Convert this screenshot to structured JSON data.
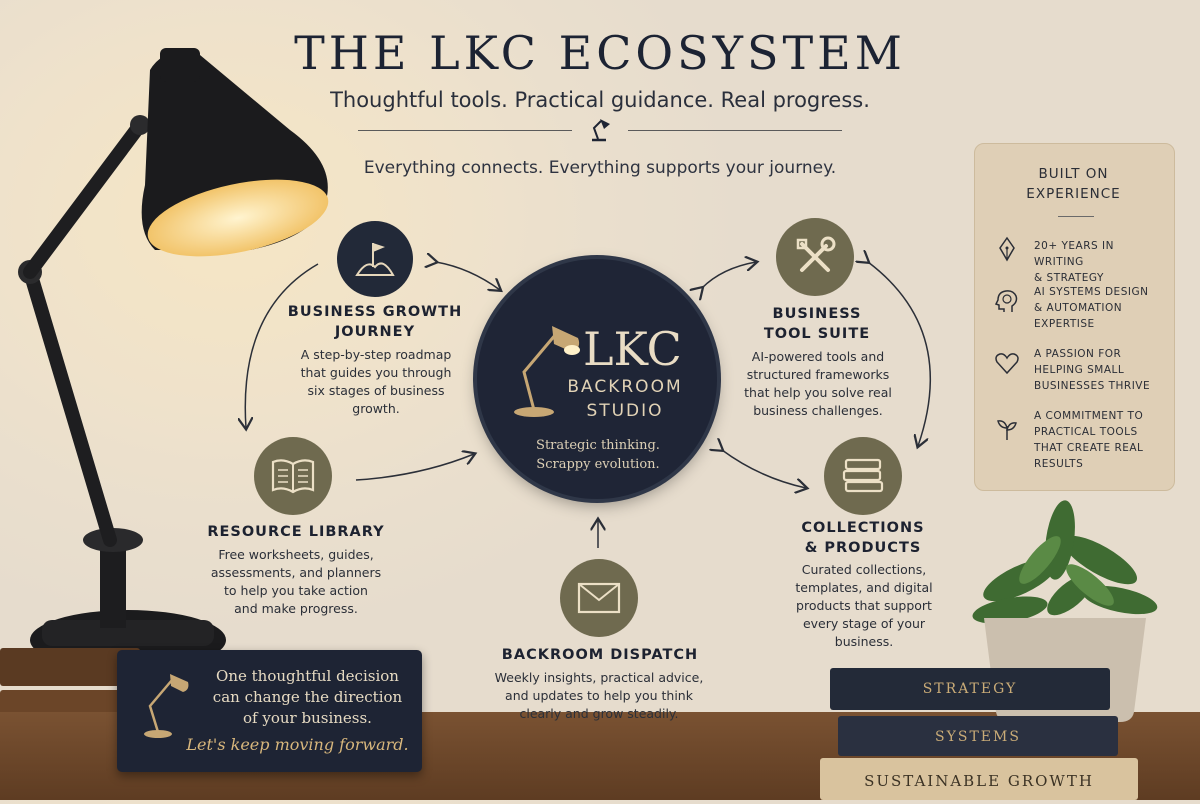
{
  "header": {
    "title": "THE LKC ECOSYSTEM",
    "subtitle": "Thoughtful tools. Practical guidance. Real progress.",
    "tagline": "Everything connects. Everything supports your journey."
  },
  "center": {
    "brand": "LKC",
    "studio_line1": "BACKROOM",
    "studio_line2": "STUDIO",
    "tag_line1": "Strategic thinking.",
    "tag_line2": "Scrappy evolution."
  },
  "nodes": [
    {
      "icon": "flag-icon",
      "title1": "BUSINESS GROWTH",
      "title2": "JOURNEY",
      "desc": [
        "A step-by-step roadmap",
        "that guides you through",
        "six stages of business",
        "growth."
      ]
    },
    {
      "icon": "tools-icon",
      "title1": "BUSINESS",
      "title2": "TOOL SUITE",
      "desc": [
        "AI-powered tools and",
        "structured frameworks",
        "that help you solve real",
        "business challenges."
      ]
    },
    {
      "icon": "book-icon",
      "title1": "RESOURCE LIBRARY",
      "title2": "",
      "desc": [
        "Free worksheets, guides,",
        "assessments, and planners",
        "to help you take action",
        "and make progress."
      ]
    },
    {
      "icon": "envelope-icon",
      "title1": "BACKROOM DISPATCH",
      "title2": "",
      "desc": [
        "Weekly insights, practical advice,",
        "and updates to help you think",
        "clearly and grow steadily."
      ]
    },
    {
      "icon": "stacked-books-icon",
      "title1": "COLLECTIONS",
      "title2": "& PRODUCTS",
      "desc": [
        "Curated collections,",
        "templates, and digital",
        "products that support",
        "every stage of your",
        "business."
      ]
    }
  ],
  "panel": {
    "heading1": "BUILT ON",
    "heading2": "EXPERIENCE",
    "items": [
      {
        "icon": "pen-nib-icon",
        "lines": [
          "20+ YEARS IN WRITING",
          "& STRATEGY"
        ]
      },
      {
        "icon": "brain-head-icon",
        "lines": [
          "AI SYSTEMS DESIGN",
          "& AUTOMATION",
          "EXPERTISE"
        ]
      },
      {
        "icon": "heart-icon",
        "lines": [
          "A PASSION FOR",
          "HELPING SMALL",
          "BUSINESSES THRIVE"
        ]
      },
      {
        "icon": "sprout-icon",
        "lines": [
          "A COMMITMENT TO",
          "PRACTICAL TOOLS",
          "THAT CREATE REAL",
          "RESULTS"
        ]
      }
    ]
  },
  "card": {
    "line1": "One thoughtful decision",
    "line2": "can change the direction",
    "line3": "of your business.",
    "signoff": "Let's keep moving forward."
  },
  "books": [
    "STRATEGY",
    "SYSTEMS",
    "SUSTAINABLE GROWTH"
  ],
  "colors": {
    "navy": "#1f2536",
    "olive": "#6f6a4f",
    "gold": "#c9ab77",
    "beige": "#dfcfb6"
  }
}
